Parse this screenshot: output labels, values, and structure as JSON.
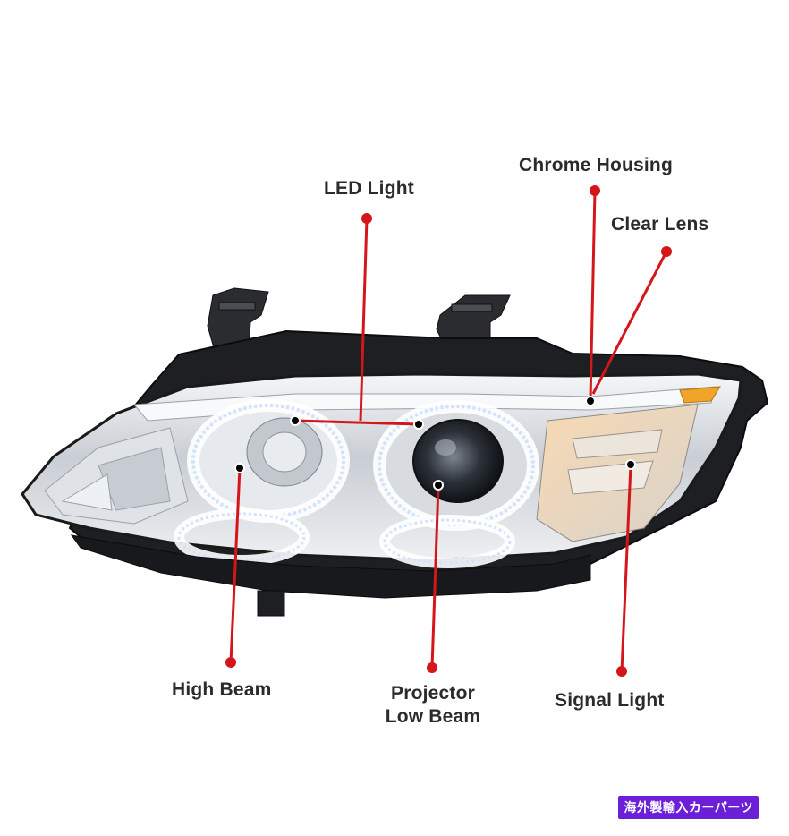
{
  "labels": {
    "led_light": "LED Light",
    "chrome_housing": "Chrome Housing",
    "clear_lens": "Clear Lens",
    "high_beam": "High Beam",
    "projector_line1": "Projector",
    "projector_line2": "Low Beam",
    "signal_light": "Signal Light"
  },
  "watermark": "海外製輸入カーパーツ",
  "colors": {
    "callout": "#d4161b",
    "label_text": "#2b2b2b",
    "watermark_bg": "#6b1fd6"
  }
}
